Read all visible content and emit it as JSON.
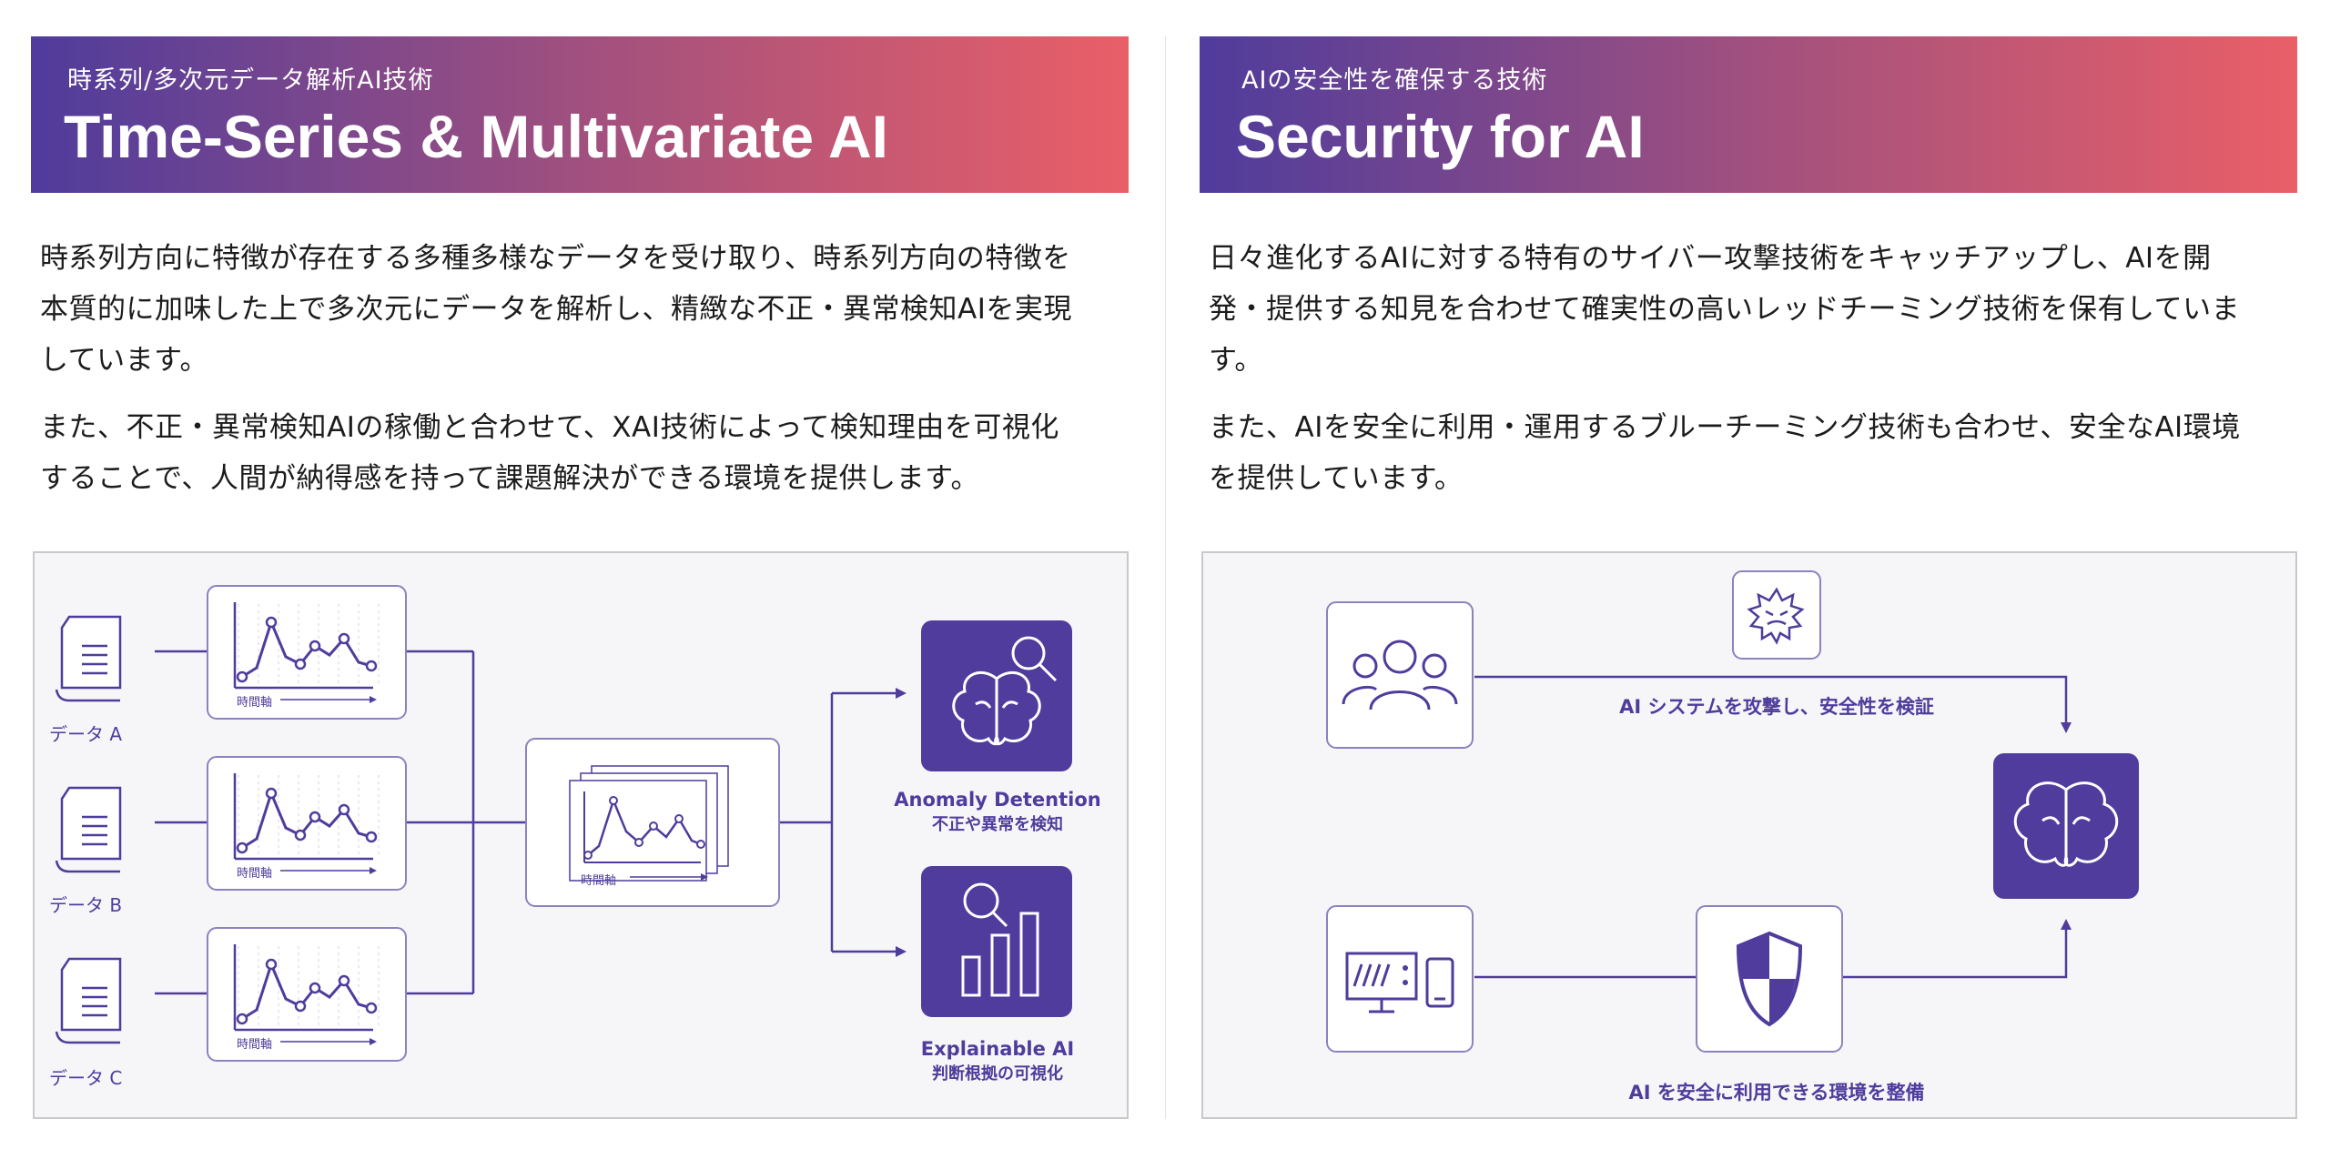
{
  "left": {
    "subtitle": "時系列/多次元データ解析AI技術",
    "title": "Time-Series & Multivariate AI",
    "paragraph1": [
      "時系列方向に特徴が存在する多種多様なデータを受け取り、時系列方向の特徴を",
      "本質的に加味した上で多次元にデータを解析し、精緻な不正・異常検知AIを実現",
      "しています。"
    ],
    "paragraph2": [
      "また、不正・異常検知AIの稼働と合わせて、XAI技術によって検知理由を可視化",
      "することで、人間が納得感を持って課題解決ができる環境を提供します。"
    ],
    "diagram": {
      "data_labels": [
        "データ A",
        "データ B",
        "データ C"
      ],
      "axis_label": "時間軸",
      "anomaly_title": "Anomaly Detention",
      "anomaly_sub": "不正や異常を検知",
      "xai_title": "Explainable AI",
      "xai_sub": "判断根拠の可視化"
    }
  },
  "right": {
    "subtitle": "AIの安全性を確保する技術",
    "title": "Security for AI",
    "paragraph1": [
      "日々進化するAIに対する特有のサイバー攻撃技術をキャッチアップし、AIを開",
      "発・提供する知見を合わせて確実性の高いレッドチーミング技術を保有していま",
      "す。"
    ],
    "paragraph2": [
      "また、AIを安全に利用・運用するブルーチーミング技術も合わせ、安全なAI環境",
      "を提供しています。"
    ],
    "diagram": {
      "attack_label": "AI システムを攻撃し、安全性を検証",
      "env_label": "AI を安全に利用できる環境を整備"
    }
  },
  "colors": {
    "accent": "#4f3c9c",
    "gradient_start": "#4f3c9c",
    "gradient_end": "#e95f67"
  }
}
